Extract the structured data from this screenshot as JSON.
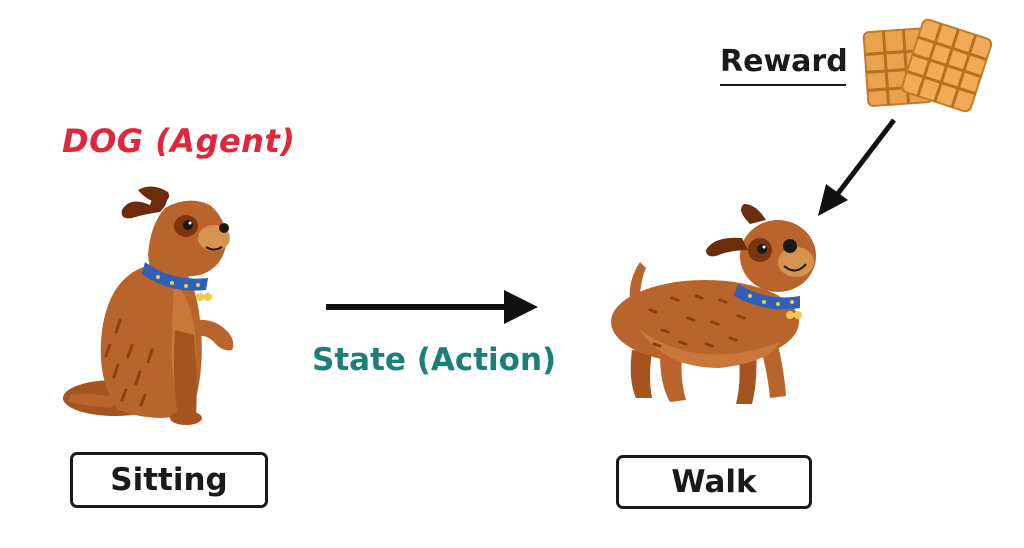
{
  "agent_label": "DOG (Agent)",
  "reward_label": "Reward",
  "action_label": "State (Action)",
  "state_from": "Sitting",
  "state_to": "Walk",
  "icons": {
    "sitting_dog": "sitting-dog-icon",
    "walking_dog": "walking-dog-icon",
    "reward": "waffle-treat-icon"
  },
  "colors": {
    "agent": "#e0263a",
    "action": "#1b7e78",
    "dog_fur": "#b8642c",
    "collar": "#2f5fb6",
    "treat": "#e9a24f"
  }
}
